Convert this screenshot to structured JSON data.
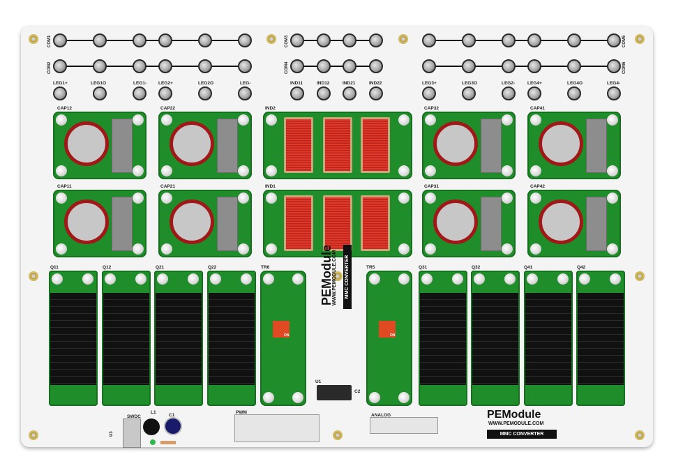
{
  "board": {
    "brand": "PEModule",
    "website": "WWW.PEMODULE.COM",
    "product": "MMC CONVERTER"
  },
  "side_labels": {
    "com1": "COM1",
    "com2": "COM2",
    "com3": "COM3",
    "com4": "COM4",
    "com5": "COM5",
    "com6": "COM6"
  },
  "leg_labels": [
    "LEG1+",
    "LEG1O",
    "LEG1-",
    "LEG2+",
    "LEG2O",
    "LEG-",
    "IND11",
    "IND12",
    "IND21",
    "IND22",
    "LEG3+",
    "LEG3O",
    "LEG2-",
    "LEG4+",
    "LEG4O",
    "LEG4-"
  ],
  "cap_labels": {
    "cap12": "CAP12",
    "cap22": "CAP22",
    "ind2": "IND2",
    "cap32": "CAP32",
    "cap41": "CAP41",
    "cap11": "CAP11",
    "cap21": "CAP21",
    "ind1": "IND1",
    "cap31": "CAP31",
    "cap42": "CAP42"
  },
  "switch_labels": [
    "Q11",
    "Q12",
    "Q21",
    "Q22",
    "TR6",
    "TR5",
    "Q31",
    "Q32",
    "Q41",
    "Q42"
  ],
  "bottom_labels": {
    "swdc": "SWDC",
    "l1": "L1",
    "c1": "C1",
    "pwm": "PWM",
    "u1": "U1",
    "c2": "C2",
    "analog": "ANALOG",
    "u3": "U3"
  },
  "dip_text": "ON",
  "colors": {
    "pcb": "#1f8e2a",
    "capacitor_ring": "#a01818",
    "coil": "#e23a2a",
    "heatsink": "#111111"
  }
}
